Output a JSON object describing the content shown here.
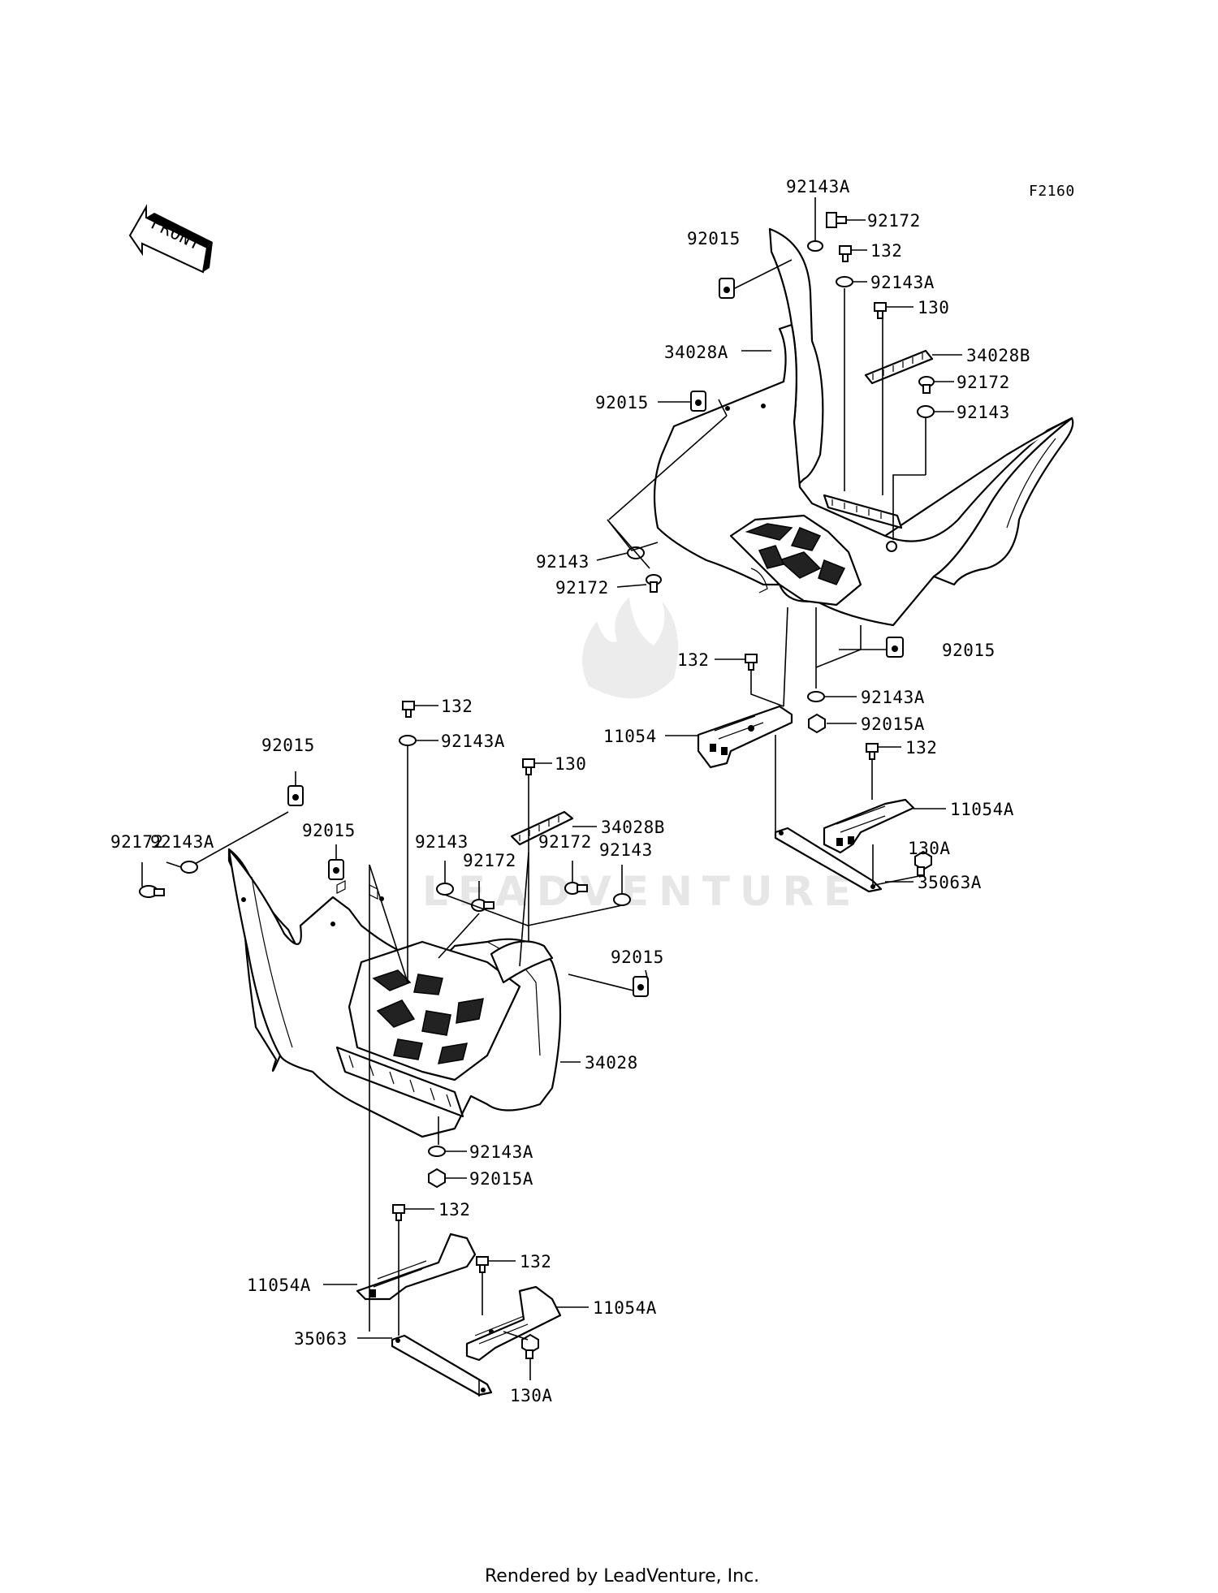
{
  "figure_code": "F2160",
  "front_arrow_label": "FRONT",
  "watermark": "LEADVENTURE",
  "footer": "Rendered by LeadVenture, Inc.",
  "callouts": [
    {
      "id": "c1",
      "text": "92143A"
    },
    {
      "id": "c2",
      "text": "92172"
    },
    {
      "id": "c3",
      "text": "92015"
    },
    {
      "id": "c4",
      "text": "132"
    },
    {
      "id": "c5",
      "text": "92143A"
    },
    {
      "id": "c6",
      "text": "130"
    },
    {
      "id": "c7",
      "text": "34028A"
    },
    {
      "id": "c8",
      "text": "34028B"
    },
    {
      "id": "c9",
      "text": "92172"
    },
    {
      "id": "c10",
      "text": "92015"
    },
    {
      "id": "c11",
      "text": "92143"
    },
    {
      "id": "c12",
      "text": "92143"
    },
    {
      "id": "c13",
      "text": "92172"
    },
    {
      "id": "c14",
      "text": "92015"
    },
    {
      "id": "c15",
      "text": "132"
    },
    {
      "id": "c16",
      "text": "92143A"
    },
    {
      "id": "c17",
      "text": "11054"
    },
    {
      "id": "c18",
      "text": "92015A"
    },
    {
      "id": "c19",
      "text": "132"
    },
    {
      "id": "c20",
      "text": "11054A"
    },
    {
      "id": "c21",
      "text": "130A"
    },
    {
      "id": "c22",
      "text": "35063A"
    },
    {
      "id": "c23",
      "text": "132"
    },
    {
      "id": "c24",
      "text": "92143A"
    },
    {
      "id": "c25",
      "text": "92015"
    },
    {
      "id": "c26",
      "text": "130"
    },
    {
      "id": "c27",
      "text": "34028B"
    },
    {
      "id": "c28",
      "text": "92143A"
    },
    {
      "id": "c29",
      "text": "92015"
    },
    {
      "id": "c30",
      "text": "92172"
    },
    {
      "id": "c31",
      "text": "92143"
    },
    {
      "id": "c32",
      "text": "92172"
    },
    {
      "id": "c33",
      "text": "92172"
    },
    {
      "id": "c34",
      "text": "92143"
    },
    {
      "id": "c35",
      "text": "92015"
    },
    {
      "id": "c36",
      "text": "34028"
    },
    {
      "id": "c37",
      "text": "92143A"
    },
    {
      "id": "c38",
      "text": "92015A"
    },
    {
      "id": "c39",
      "text": "132"
    },
    {
      "id": "c40",
      "text": "11054A"
    },
    {
      "id": "c41",
      "text": "132"
    },
    {
      "id": "c42",
      "text": "11054A"
    },
    {
      "id": "c43",
      "text": "35063"
    },
    {
      "id": "c44",
      "text": "130A"
    }
  ]
}
